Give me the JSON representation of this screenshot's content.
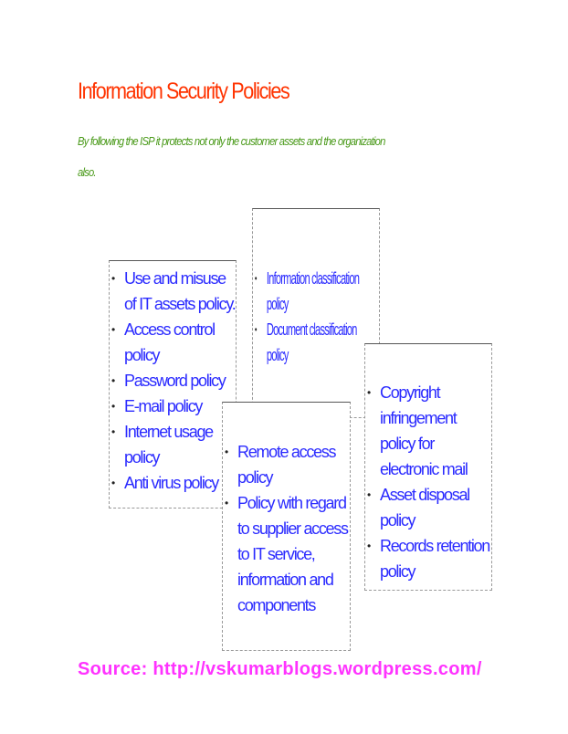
{
  "title": "Information Security Policies",
  "subtitle_line1": "By following the ISP it protects not only the customer assets and the organization",
  "subtitle_line2": "also.",
  "boxes": [
    {
      "items": [
        "Use and misuse of IT assets policy.",
        "Access control policy",
        "Password policy",
        "E-mail policy",
        "Internet usage policy",
        "Anti virus policy"
      ]
    },
    {
      "items": [
        "Information classification policy",
        "Document classification policy"
      ]
    },
    {
      "items": [
        "Remote access policy",
        "Policy with regard to supplier access to IT service, information and components"
      ]
    },
    {
      "items": [
        "Copyright infringement policy for electronic mail",
        "Asset disposal policy",
        "Records retention policy"
      ]
    }
  ],
  "source": "Source: http://vskumarblogs.wordpress.com/"
}
